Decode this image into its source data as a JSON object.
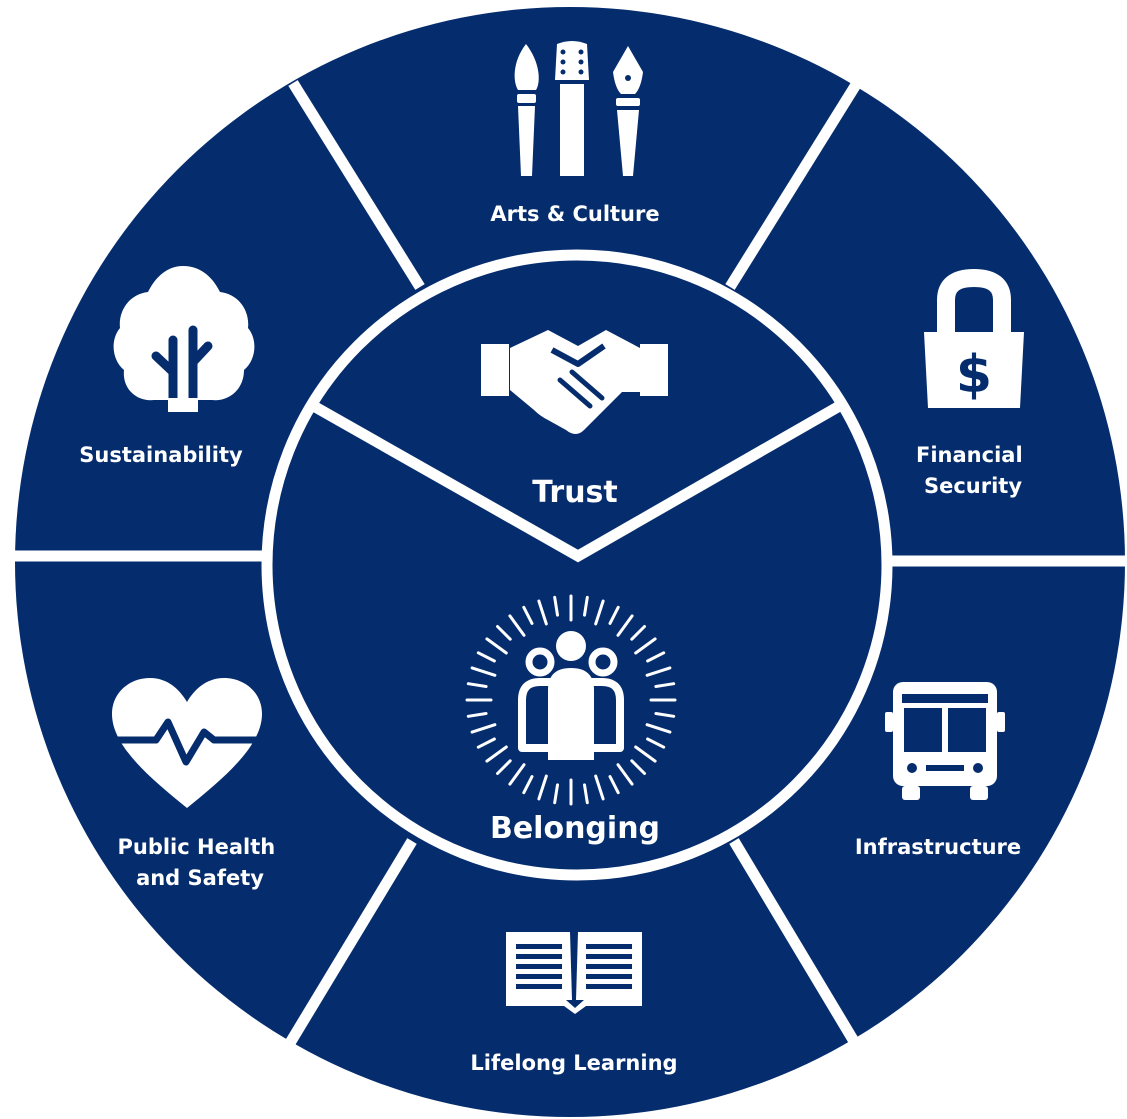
{
  "colors": {
    "navy": "#052d6e",
    "white": "#ffffff"
  },
  "segments": [
    {
      "id": "arts-culture",
      "lines": [
        "Arts & Culture"
      ],
      "icon": "art-tools-icon"
    },
    {
      "id": "financial-security",
      "lines": [
        "Financial",
        "Security"
      ],
      "icon": "padlock-dollar-icon"
    },
    {
      "id": "infrastructure",
      "lines": [
        "Infrastructure"
      ],
      "icon": "bus-icon"
    },
    {
      "id": "lifelong-learning",
      "lines": [
        "Lifelong Learning"
      ],
      "icon": "open-book-icon"
    },
    {
      "id": "public-health-safety",
      "lines": [
        "Public Health",
        "and Safety"
      ],
      "icon": "heartbeat-icon"
    },
    {
      "id": "sustainability",
      "lines": [
        "Sustainability"
      ],
      "icon": "tree-icon"
    }
  ],
  "core": {
    "trust": {
      "label": "Trust",
      "icon": "handshake-icon"
    },
    "belonging": {
      "label": "Belonging",
      "icon": "community-icon"
    }
  }
}
